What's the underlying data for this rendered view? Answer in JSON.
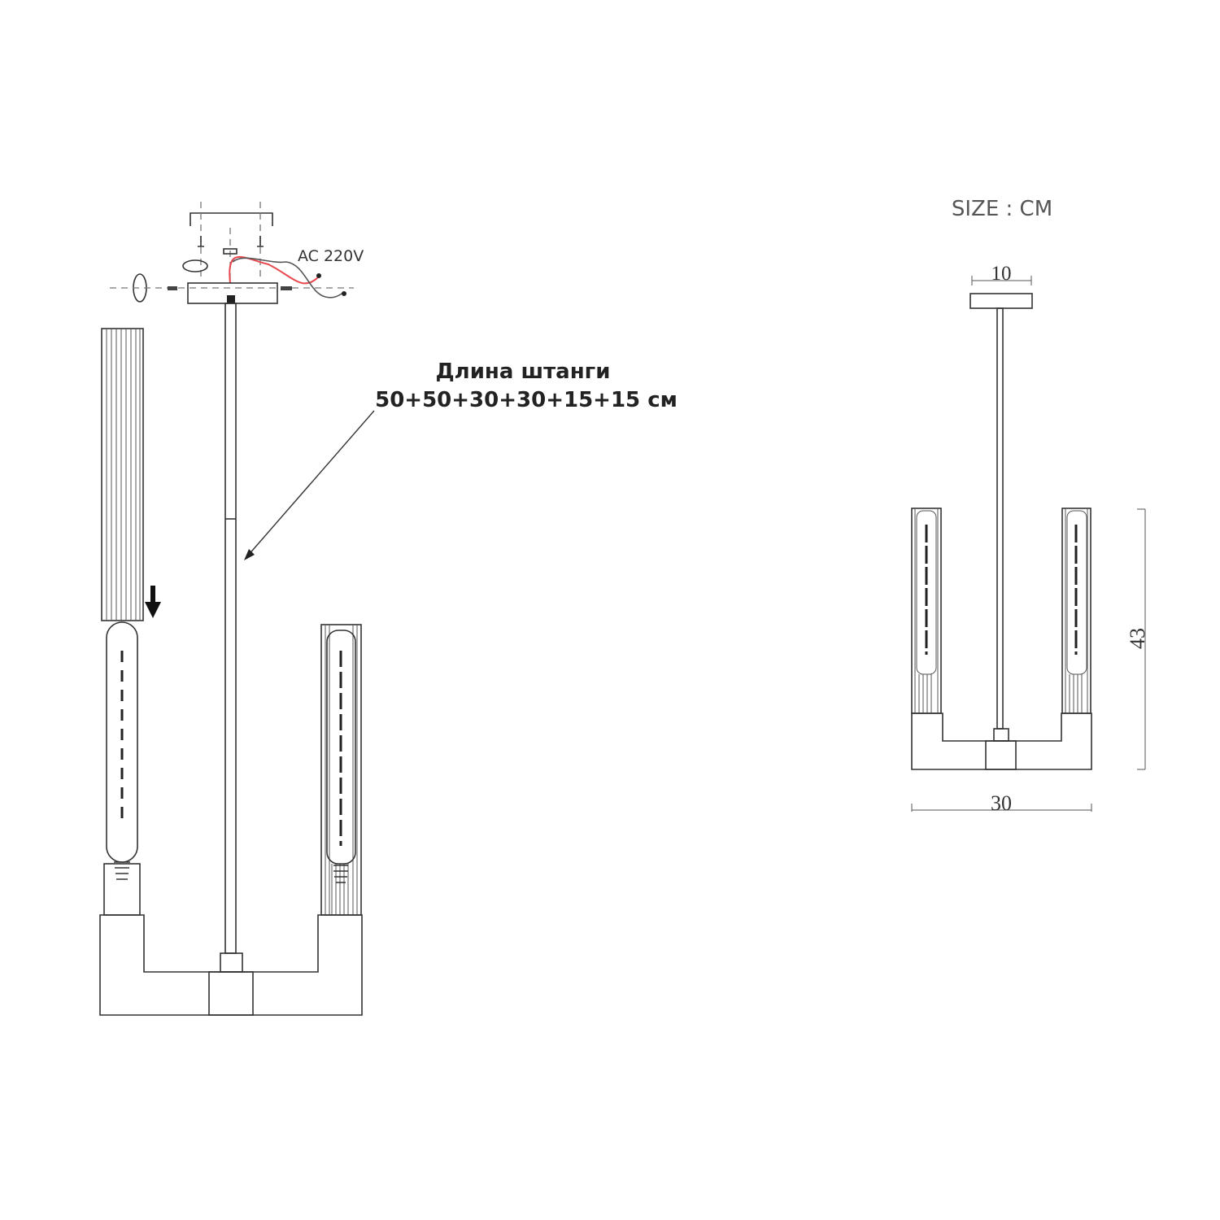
{
  "assembly": {
    "voltage_label": "AC 220V",
    "rod_length_title": "Длина штанги",
    "rod_length_values": "50+50+30+30+15+15 см"
  },
  "dimensions": {
    "units_label": "SIZE : CM",
    "canopy_width": "10",
    "height": "43",
    "width": "30"
  },
  "colors": {
    "wire_live": "#e8484f",
    "wire_neutral": "#555555",
    "line": "#333333"
  }
}
